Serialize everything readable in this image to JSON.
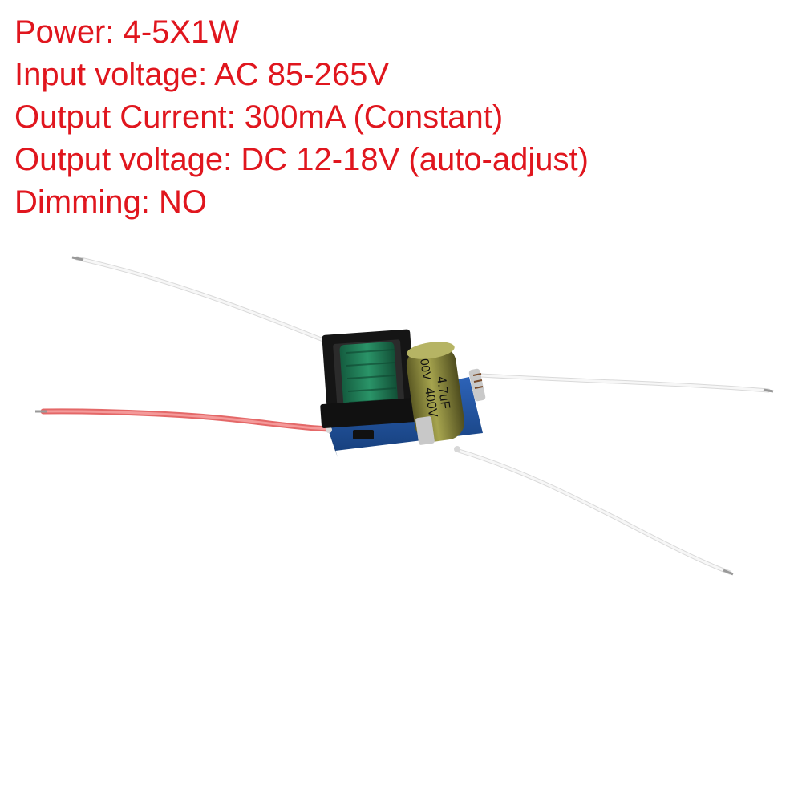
{
  "specs": [
    "Power: 4-5X1W",
    "Input voltage: AC 85-265V",
    "Output Current: 300mA (Constant)",
    "Output voltage: DC 12-18V (auto-adjust)",
    "Dimming: NO"
  ],
  "capacitor": {
    "label_top": "4.7uF",
    "label_bottom": "400V",
    "label_side": "00V"
  },
  "colors": {
    "text": "#e0161e",
    "pcb": "#1f4fa0",
    "transformer_core": "#1a1a1a",
    "coil": "#1d7a55",
    "capacitor_body": "#8a8a3a",
    "red_wire": "#f07878",
    "white_wire": "#f4f4f4"
  }
}
